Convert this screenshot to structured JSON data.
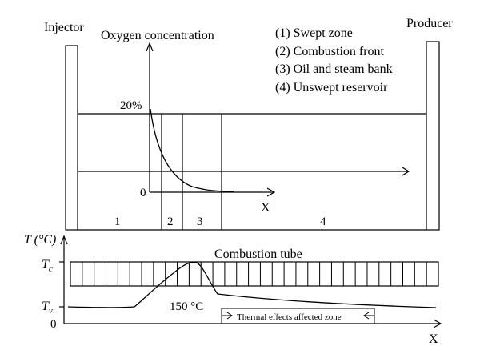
{
  "labels": {
    "injector": "Injector",
    "producer": "Producer",
    "oxygen_axis": "Oxygen concentration",
    "oxygen_max": "20%",
    "oxygen_zero": "0",
    "x_axis_top": "X",
    "x_axis_bottom": "X",
    "t_axis": "T (°C)",
    "t_c_main": "T",
    "t_c_sub": "c",
    "t_v_main": "T",
    "t_v_sub": "v",
    "t_zero": "0",
    "combustion_tube": "Combustion tube",
    "temp_150": "150 °C",
    "thermal_effects": "Thermal effects affected zone"
  },
  "legend": [
    "(1) Swept zone",
    "(2) Combustion front",
    "(3) Oil and steam bank",
    "(4) Unswept reservoir"
  ],
  "zones": [
    "1",
    "2",
    "3",
    "4"
  ],
  "colors": {
    "line": "#000000",
    "background": "#ffffff"
  }
}
